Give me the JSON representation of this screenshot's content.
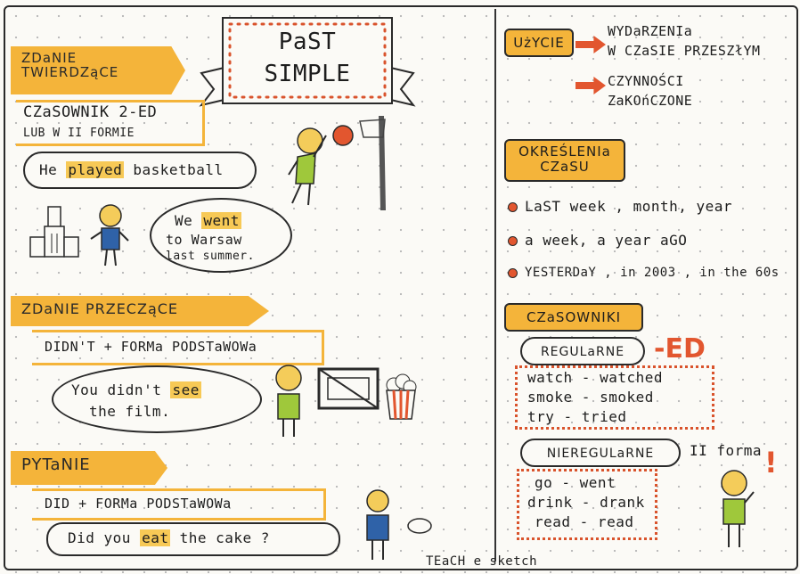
{
  "title": {
    "line1": "PaST",
    "line2": "SIMPLE"
  },
  "affirmative": {
    "heading": "ZDaNIE TWIERDZąCE",
    "rule_line1": "CZaSOWNIK 2-ED",
    "rule_line2": "LUB W II FORMIE",
    "example1": {
      "pre": "He ",
      "verb": "played",
      "post": " basketball"
    },
    "example2": {
      "line1_pre": "We ",
      "verb": "went",
      "line2": "to Warsaw",
      "line3": "last summer."
    }
  },
  "negative": {
    "heading": "ZDaNIE PRZECZąCE",
    "rule": "DIDN'T + FORMa PODSTaWOWa",
    "example": {
      "pre": "You didn't ",
      "verb": "see",
      "line2": "the film."
    }
  },
  "question": {
    "heading": "PYTaNIE",
    "rule": "DID + FORMa PODSTaWOWa",
    "example": {
      "pre": "Did you ",
      "verb": "eat",
      "post": " the cake ?"
    }
  },
  "usage": {
    "label": "UżYCIE",
    "item1_line1": "WYDaRZENIa",
    "item1_line2": "W CZaSIE PRZESZłYM",
    "item2_line1": "CZYNNOŚCI",
    "item2_line2": "ZaKOńCZONE"
  },
  "time_expressions": {
    "label_line1": "OKREŚLENIa",
    "label_line2": "CZaSU",
    "items": [
      "LaST week , month, year",
      "a week, a year aGO",
      "YESTERDaY , in 2003 , in the 60s"
    ]
  },
  "verbs": {
    "label": "CZaSOWNIKI",
    "regular": "REGULaRNE",
    "regular_suffix": "-ED",
    "regular_examples": [
      "watch - watched",
      "smoke - smoked",
      "try - tried"
    ],
    "irregular": "NIEREGULaRNE",
    "irregular_note": "II forma",
    "irregular_examples": [
      "go - went",
      "drink - drank",
      "read - read"
    ]
  },
  "signature": "TEaCH e sketch",
  "colors": {
    "accent": "#f4b43a",
    "red": "#e2562f",
    "figure_green": "#9fc83b",
    "figure_blue": "#2f62a8",
    "paper": "#fbfaf6"
  }
}
